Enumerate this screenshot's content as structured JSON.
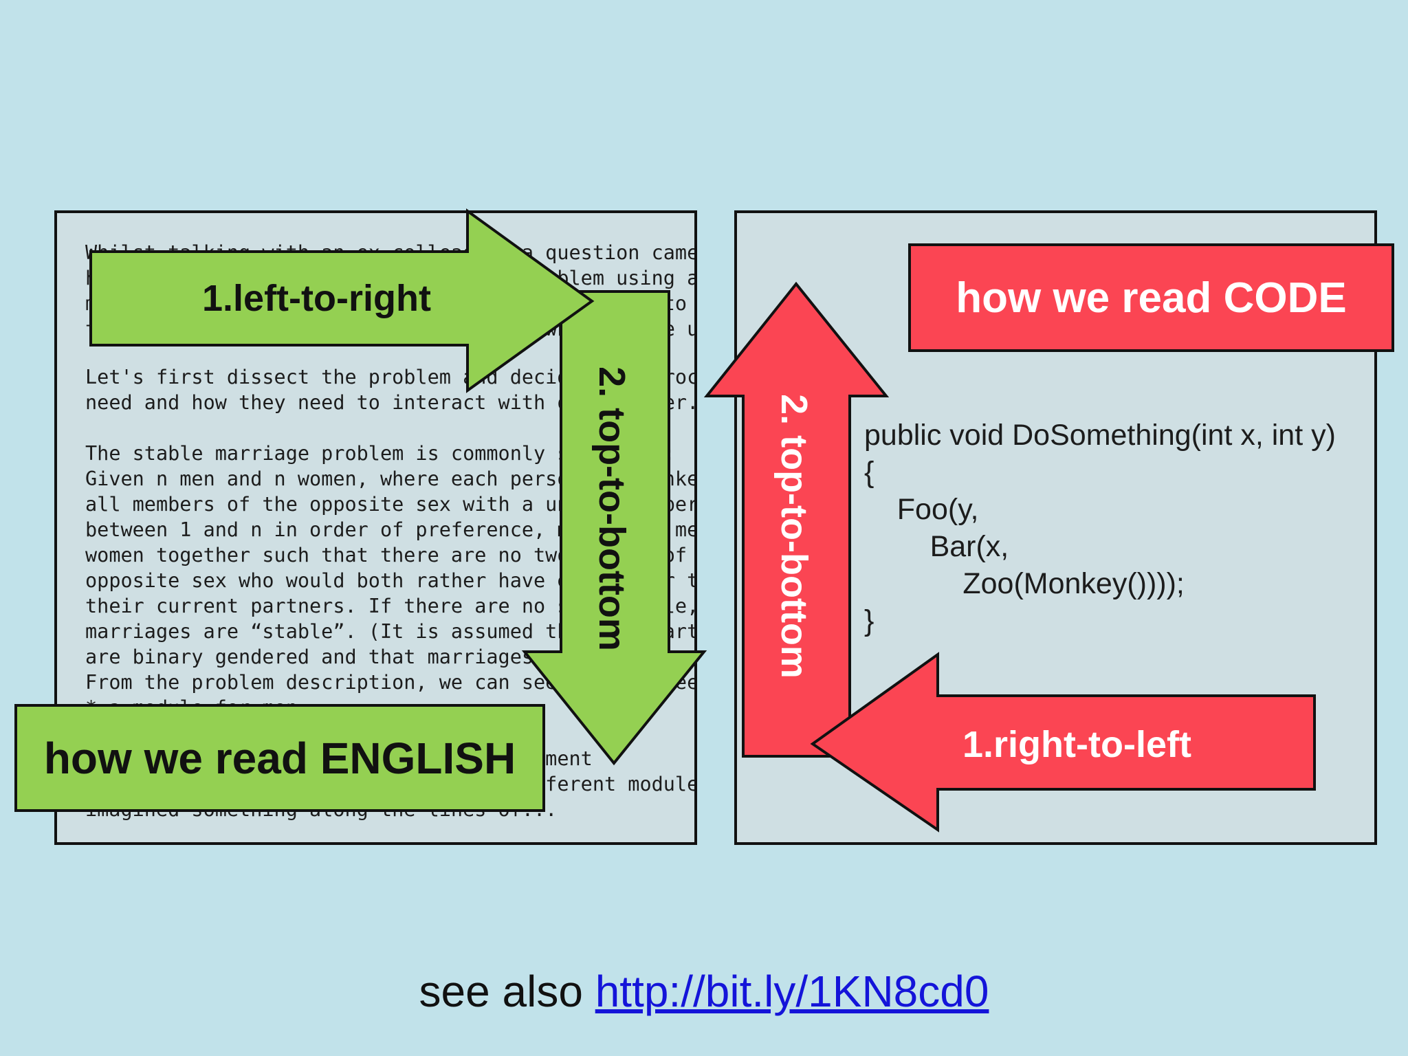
{
  "english_panel": {
    "paragraphs": [
      "Whilst talking with an ex-colleague, a question came up on\nhow to implement the stable marriage problem using a\nmessage passing architecture. Having been forced to\nthink about the problem myself, here's what I came up with.",
      "Let's first dissect the problem and decide what processes we\nneed and how they need to interact with one another.",
      "The stable marriage problem is commonly stated as:\nGiven n men and n women, where each person has ranked\nall members of the opposite sex with a unique number\nbetween 1 and n in order of preference, marry the men and\nwomen together such that there are no two people of\nopposite sex who would both rather have each other than\ntheir current partners. If there are no such people, all the\nmarriages are “stable”. (It is assumed that the participants\nare binary gendered and that marriages are not same-sex).\nFrom the problem description, we can see that we need:\n* a module for men\n* a module for women\n* a module for orchestrating the experiment",
      "In terms of interaction between the different modules, I\nimagined something along the lines of..."
    ],
    "label": "how we read ENGLISH",
    "arrow_horizontal_label": "1.left-to-right",
    "arrow_vertical_label": "2. top-to-bottom"
  },
  "code_panel": {
    "label": "how we read CODE",
    "arrow_horizontal_label": "1.right-to-left",
    "arrow_vertical_label": "2. top-to-bottom",
    "code": "public void DoSomething(int x, int y)\n{\n    Foo(y,\n        Bar(x,\n            Zoo(Monkey())));\n}"
  },
  "footer": {
    "prefix": "see also ",
    "link_text": "http://bit.ly/1KN8cd0"
  },
  "colors": {
    "background": "#c1e2ea",
    "panel": "#cfdfe3",
    "green": "#94d052",
    "red": "#fb4553",
    "link": "#1414d9"
  }
}
